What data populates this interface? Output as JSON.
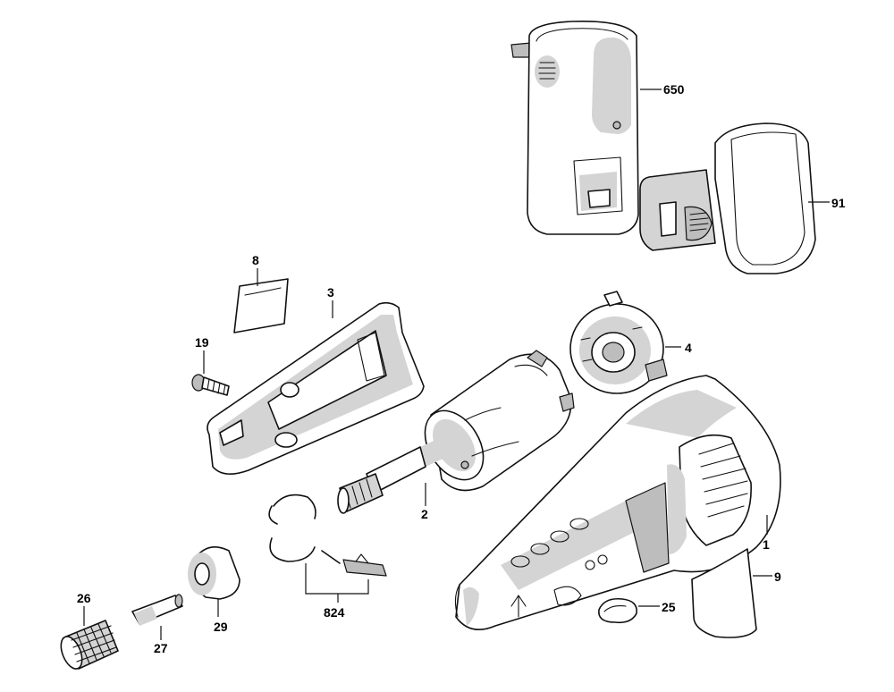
{
  "callouts": {
    "c650": "650",
    "c91": "91",
    "c8": "8",
    "c3": "3",
    "c19": "19",
    "c4": "4",
    "c2": "2",
    "c1": "1",
    "c9": "9",
    "c824": "824",
    "c25": "25",
    "c26": "26",
    "c27": "27",
    "c29": "29"
  }
}
